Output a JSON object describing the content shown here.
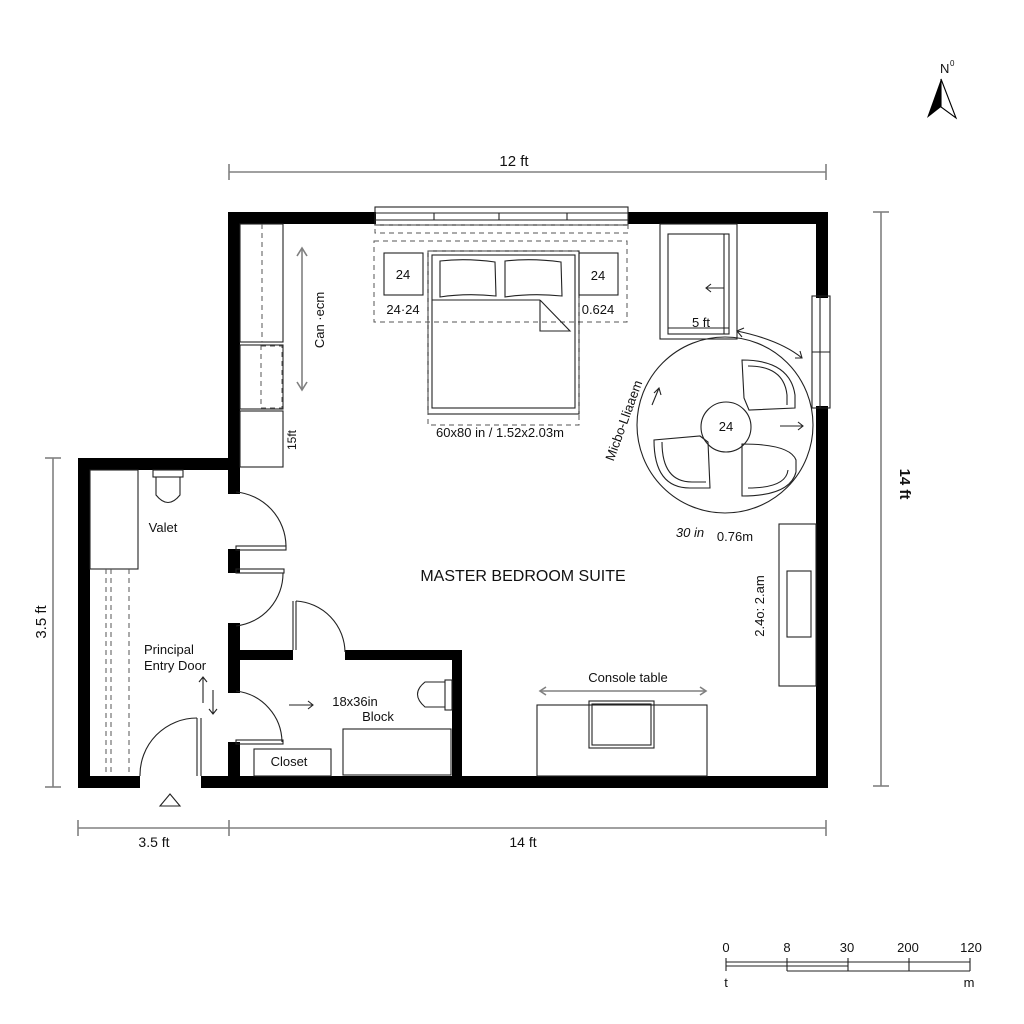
{
  "plan": {
    "room_title": "MASTER BEDROOM SUITE",
    "compass": {
      "label": "N",
      "superscript": "0",
      "icon": "north-arrow-icon"
    },
    "dimensions": {
      "top_width": "12 ft",
      "right_height": "14 ft",
      "left_height": "3.5 ft",
      "bottom_left_width": "3.5 ft",
      "bottom_right_width": "14 ft"
    },
    "furniture": {
      "bed": {
        "label": "60x80 in / 1.52x2.03m"
      },
      "nightstand_left": {
        "value": "24",
        "size": "24·24"
      },
      "nightstand_right": {
        "value": "24",
        "size": "0.624"
      },
      "wardrobe_label": "Can ·ecm",
      "wardrobe_depth": "15ft",
      "armoire_label": "5 ft",
      "seating_table": {
        "value": "24"
      },
      "seating_arc_label": "Micbo-Lliaaem",
      "seating_clearance": {
        "imperial": "30 in",
        "metric": "0.76m"
      },
      "tv_unit_label": "2.4o: 2.am",
      "console_table": {
        "label": "Console table"
      }
    },
    "rooms": {
      "valet": "Valet",
      "entry": {
        "line1": "Principal",
        "line2": "Entry Door"
      },
      "bath_block": {
        "line1": "18x36in",
        "line2": "Block"
      },
      "closet": "Closet"
    },
    "scale_bar": {
      "ticks": [
        "0",
        "8",
        "30",
        "200",
        "120"
      ],
      "unit_left": "t",
      "unit_right": "m"
    }
  }
}
